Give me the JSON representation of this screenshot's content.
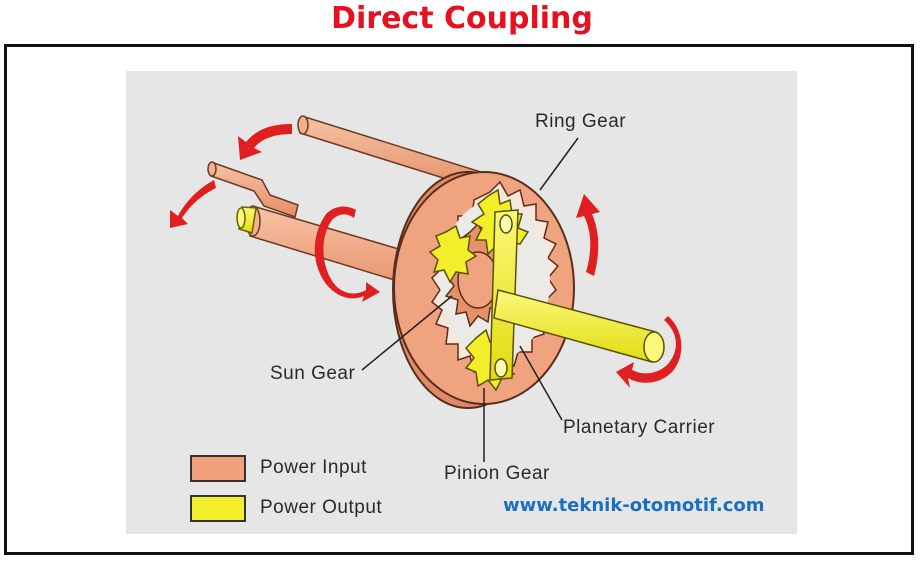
{
  "title": "Direct Coupling",
  "labels": {
    "ring_gear": "Ring Gear",
    "sun_gear": "Sun Gear",
    "planetary_carrier": "Planetary Carrier",
    "pinion_gear": "Pinion Gear"
  },
  "legend": {
    "input_label": "Power Input",
    "output_label": "Power Output",
    "input_color": "#f0a07a",
    "output_color": "#f2ee2a"
  },
  "watermark": "www.teknik-otomotif.com",
  "colors": {
    "title": "#e8101f",
    "arrow": "#e02020",
    "watermark": "#1a6fc2"
  }
}
